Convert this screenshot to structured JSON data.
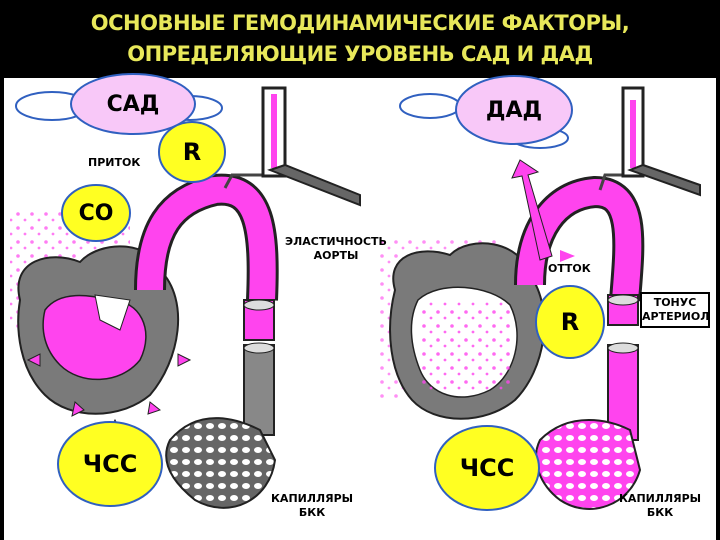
{
  "title": {
    "line1": "ОСНОВНЫЕ ГЕМОДИНАМИЧЕСКИЕ ФАКТОРЫ,",
    "line2": "ОПРЕДЕЛЯЮЩИЕ УРОВЕНЬ САД И ДАД"
  },
  "left": {
    "sad": "САД",
    "inflow": "ПРИТОК",
    "r": "R",
    "co": "СО",
    "hr": "ЧСС",
    "aorta_elasticity_1": "ЭЛАСТИЧНОСТЬ",
    "aorta_elasticity_2": "АОРТЫ",
    "capillaries_1": "КАПИЛЛЯРЫ",
    "capillaries_2": "БКК"
  },
  "right": {
    "dad": "ДАД",
    "outflow": "ОТТОК",
    "r": "R",
    "tone_1": "ТОНУС",
    "tone_2": "АРТЕРИОЛ",
    "hr": "ЧСС",
    "capillaries_1": "КАПИЛЛЯРЫ",
    "capillaries_2": "БКК"
  },
  "colors": {
    "magenta": "#ff44ee",
    "yellow": "#ffff22",
    "pink_oval": "#f8c8f8",
    "gray": "#777777",
    "title_text": "#e8e85a"
  },
  "icons": [
    "manometer-icon",
    "heart-illustration",
    "arrow-icon"
  ]
}
